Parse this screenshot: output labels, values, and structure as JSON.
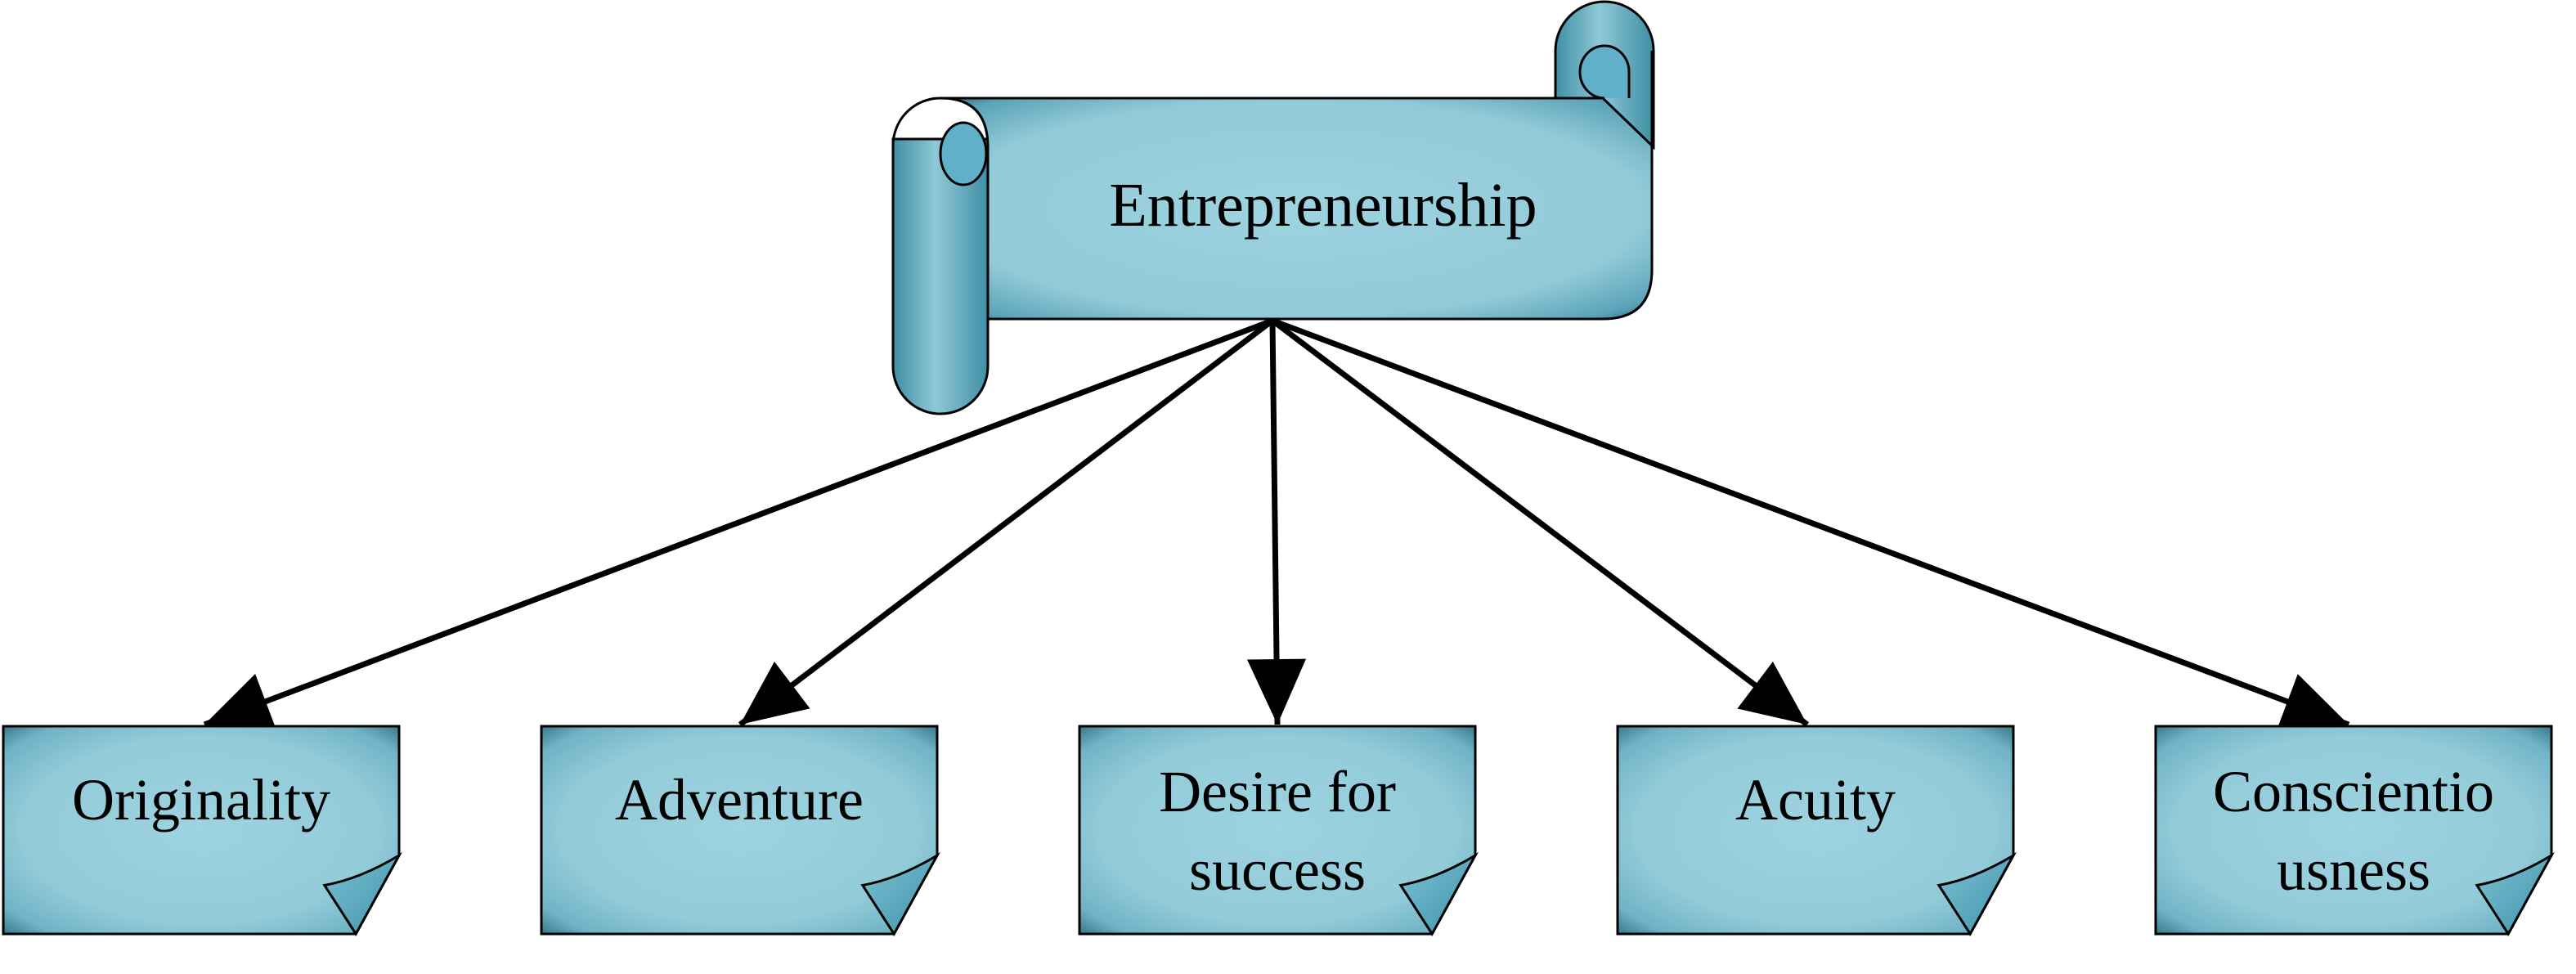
{
  "diagram": {
    "type": "hierarchy",
    "root": {
      "label": "Entrepreneurship"
    },
    "children": [
      {
        "lines": [
          "Originality"
        ]
      },
      {
        "lines": [
          "Adventure"
        ]
      },
      {
        "lines": [
          "Desire for",
          "success"
        ]
      },
      {
        "lines": [
          "Acuity"
        ]
      },
      {
        "lines": [
          "Conscientio",
          "usness"
        ]
      }
    ],
    "colors": {
      "fill": "#96cddb",
      "shade": "#4e9fb5",
      "dark_edge": "#2f6f82",
      "fold": "#5fb0c8",
      "outline": "#000000",
      "arrow": "#000000"
    }
  }
}
